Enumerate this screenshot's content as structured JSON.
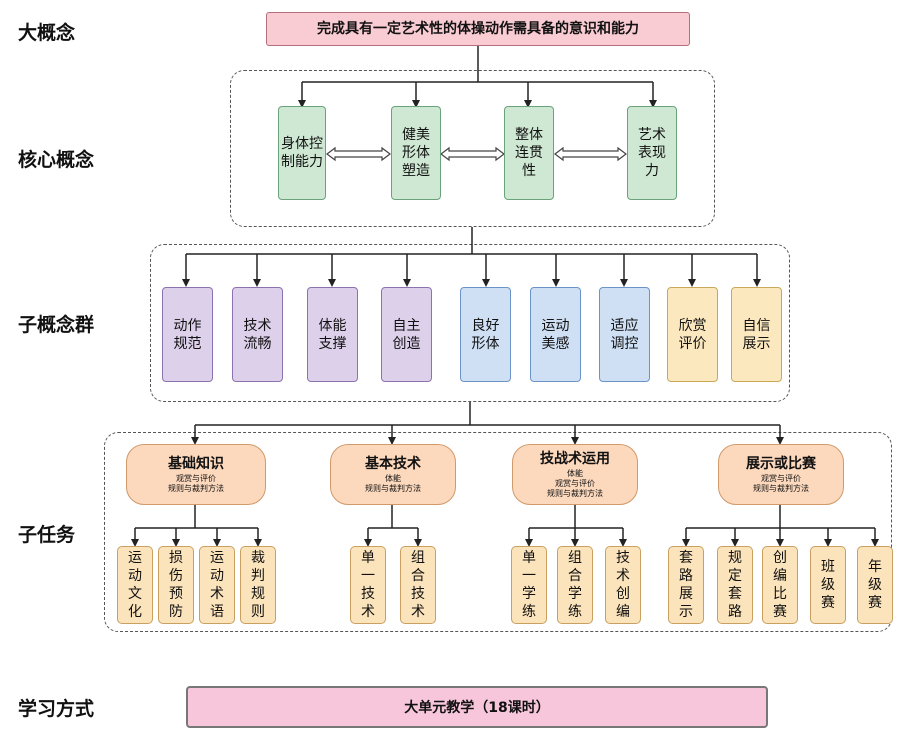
{
  "labels": {
    "big_concept": "大概念",
    "core_concept": "核心概念",
    "sub_concepts": "子概念群",
    "sub_tasks": "子任务",
    "learning_mode": "学习方式"
  },
  "big_concept_text": "完成具有一定艺术性的体操动作需具备的意识和能力",
  "core": [
    "身体控制能力",
    "健美形体塑造",
    "整体连贯性",
    "艺术表现力"
  ],
  "sub_concepts": [
    {
      "text": "动作规范",
      "color": "purple"
    },
    {
      "text": "技术流畅",
      "color": "purple"
    },
    {
      "text": "体能支撑",
      "color": "purple"
    },
    {
      "text": "自主创造",
      "color": "purple"
    },
    {
      "text": "良好形体",
      "color": "blue"
    },
    {
      "text": "运动美感",
      "color": "blue"
    },
    {
      "text": "适应调控",
      "color": "blue"
    },
    {
      "text": "欣赏评价",
      "color": "yellow"
    },
    {
      "text": "自信展示",
      "color": "yellow"
    }
  ],
  "tasks": [
    {
      "title": "基础知识",
      "note": "观赏与评价\n规则与裁判方法",
      "subs": [
        "运动文化",
        "损伤预防",
        "运动术语",
        "裁判规则"
      ]
    },
    {
      "title": "基本技术",
      "note": "体能\n规则与裁判方法",
      "subs": [
        "单一技术",
        "组合技术"
      ]
    },
    {
      "title": "技战术运用",
      "note": "体能\n观赏与评价\n规则与裁判方法",
      "subs": [
        "单一学练",
        "组合学练",
        "技术创编"
      ]
    },
    {
      "title": "展示或比赛",
      "note": "观赏与评价\n规则与裁判方法",
      "subs": [
        "套路展示",
        "规定套路",
        "创编比赛",
        "班级赛",
        "年级赛"
      ]
    }
  ],
  "learning_mode_text": "大单元教学（18课时）",
  "colors": {
    "green": "#cfe8d3",
    "purple": "#dcd0ea",
    "blue": "#cfe0f5",
    "yellow": "#fbe8bf",
    "orange": "#fcd8bd",
    "pink": "#f7c6db"
  }
}
